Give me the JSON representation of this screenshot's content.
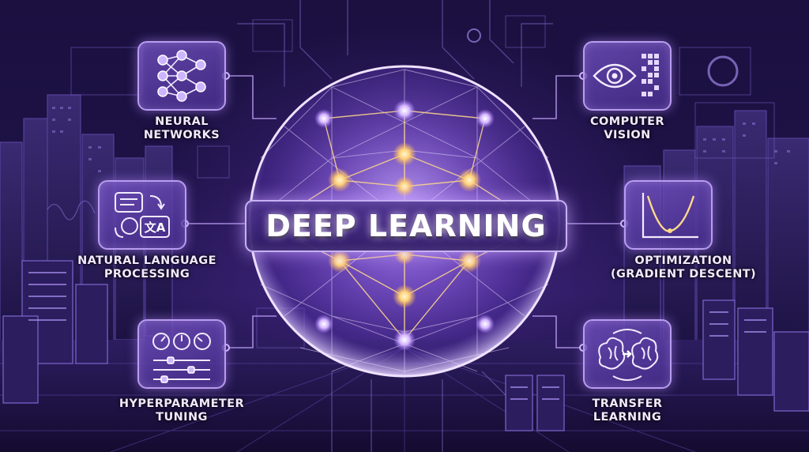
{
  "title": "DEEP LEARNING",
  "colors": {
    "background": "#1b1040",
    "accent": "#b99cf0",
    "node_glow": "#ffd98a",
    "text": "#f1eaff"
  },
  "topics": [
    {
      "id": "neural-networks",
      "lines": [
        "NEURAL",
        "NETWORKS"
      ],
      "icon": "neural-network-icon"
    },
    {
      "id": "natural-language-processing",
      "lines": [
        "NATURAL LANGUAGE",
        "PROCESSING"
      ],
      "icon": "translation-icon"
    },
    {
      "id": "hyperparameter-tuning",
      "lines": [
        "HYPERPARAMETER",
        "TUNING"
      ],
      "icon": "gauges-sliders-icon"
    },
    {
      "id": "computer-vision",
      "lines": [
        "COMPUTER",
        "VISION"
      ],
      "icon": "eye-icon"
    },
    {
      "id": "optimization",
      "lines": [
        "OPTIMIZATION",
        "(GRADIENT DESCENT)"
      ],
      "icon": "curve-chart-icon"
    },
    {
      "id": "transfer-learning",
      "lines": [
        "TRANSFER",
        "LEARNING"
      ],
      "icon": "brain-transfer-icon"
    }
  ]
}
